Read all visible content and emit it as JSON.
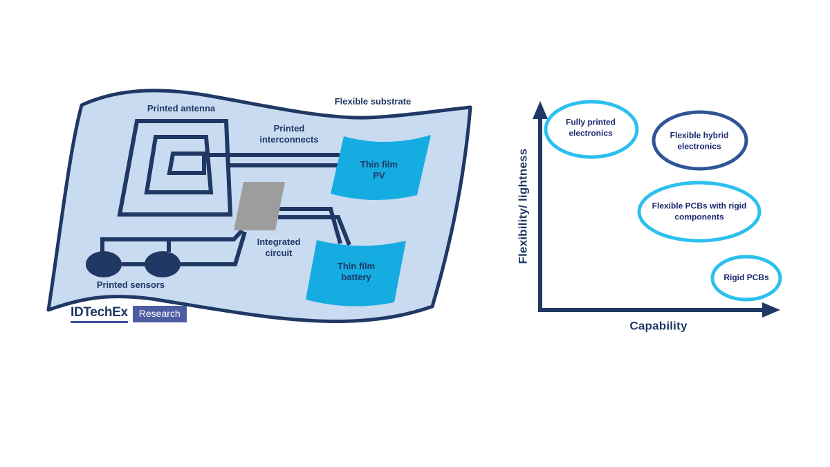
{
  "page": {
    "background": "#ffffff"
  },
  "left_diagram": {
    "substrate_label": "Flexible substrate",
    "labels": {
      "printed_antenna": "Printed antenna",
      "printed_interconnects": "Printed interconnects",
      "thin_film_pv": "Thin film PV",
      "integrated_circuit": "Integrated circuit",
      "thin_film_battery": "Thin film battery",
      "printed_sensors": "Printed sensors"
    },
    "logo": {
      "brand": "IDTechEx",
      "badge": "Research"
    },
    "colors": {
      "substrate_fill": "#c9dbf1",
      "outline_navy": "#1f3864",
      "film_cyan": "#15ace2",
      "ic_gray": "#9d9d9d",
      "badge_blue": "#4e5ca2",
      "logo_underline": "#4053a4"
    }
  },
  "chart": {
    "type": "bubble-qualitative",
    "x_axis_label": "Capability",
    "y_axis_label": "Flexibility/ lightness",
    "axis_color": "#1f3864",
    "label_color": "#1b2a6e",
    "grid": "off",
    "bubbles": [
      {
        "label": "Fully printed electronics",
        "outline": "#2cc0ee",
        "capability": "low",
        "flexibility": "high",
        "rel_x": 0.21,
        "rel_y": 0.87
      },
      {
        "label": "Flexible hybrid electronics",
        "outline": "#2e5596",
        "capability": "medium",
        "flexibility": "high",
        "rel_x": 0.66,
        "rel_y": 0.81
      },
      {
        "label": "Flexible PCBs with rigid components",
        "outline": "#2cc0ee",
        "capability": "medium-high",
        "flexibility": "medium",
        "rel_x": 0.66,
        "rel_y": 0.47
      },
      {
        "label": "Rigid PCBs",
        "outline": "#2cc0ee",
        "capability": "high",
        "flexibility": "low",
        "rel_x": 0.85,
        "rel_y": 0.15
      }
    ]
  }
}
